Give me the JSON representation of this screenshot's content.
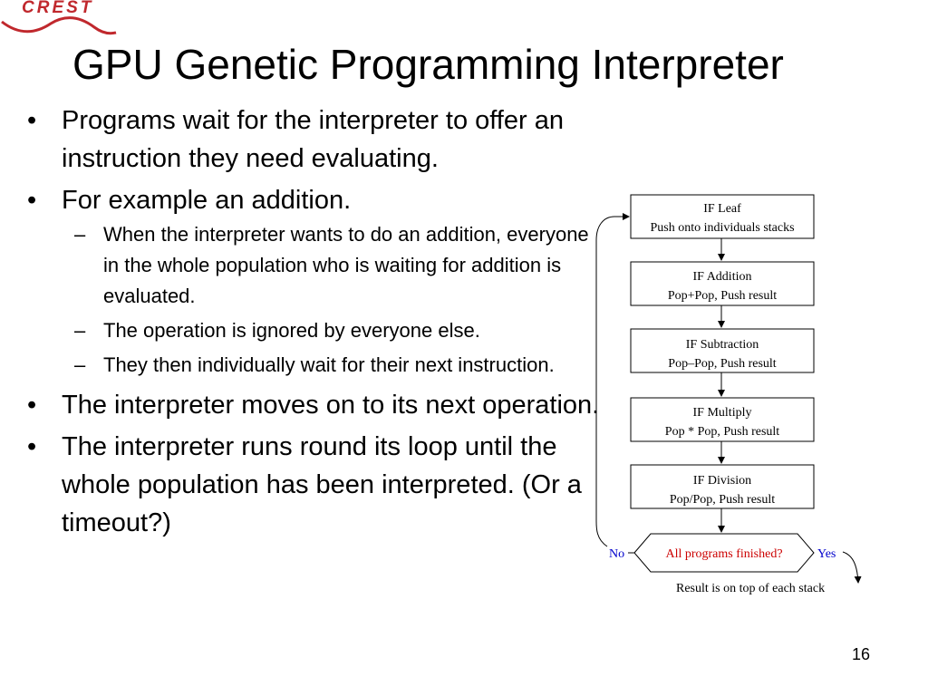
{
  "logo": {
    "text": "CREST"
  },
  "title": "GPU Genetic Programming Interpreter",
  "bullets": [
    {
      "text": "Programs wait for the interpreter to offer an instruction they need evaluating."
    },
    {
      "text": "For example an addition.",
      "sub": [
        "When the interpreter wants to do an addition, everyone in the whole population who is waiting for addition is evaluated.",
        "The operation is ignored by everyone else.",
        "They then individually wait for their next instruction."
      ]
    },
    {
      "text": "The interpreter moves on to its next operation."
    },
    {
      "text": "The interpreter runs round its loop until the whole population has been interpreted. (Or a timeout?)"
    }
  ],
  "flowchart": {
    "boxes": [
      {
        "line1": "IF Leaf",
        "line2": "Push onto individuals stacks"
      },
      {
        "line1": "IF Addition",
        "line2": "Pop+Pop, Push result"
      },
      {
        "line1": "IF Subtraction",
        "line2": "Pop–Pop, Push result"
      },
      {
        "line1": "IF Multiply",
        "line2": "Pop * Pop, Push result"
      },
      {
        "line1": "IF Division",
        "line2": "Pop/Pop, Push result"
      }
    ],
    "decision": "All programs finished?",
    "no_label": "No",
    "yes_label": "Yes",
    "result": "Result is on top of each stack",
    "colors": {
      "decision_text": "#cc0000",
      "branch_label": "#0000cc"
    }
  },
  "page_number": "16"
}
